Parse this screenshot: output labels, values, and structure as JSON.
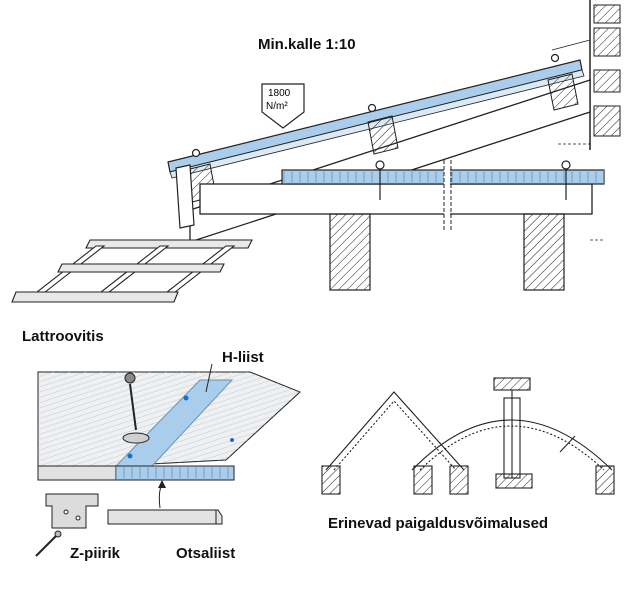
{
  "labels": {
    "slope": "Min.kalle 1:10",
    "load_value": "1800",
    "load_unit": "N/m²",
    "lath_frame": "Lattroovitis",
    "h_profile": "H-liist",
    "z_clip": "Z-piirik",
    "end_cap": "Otsaliist",
    "mounting_variants": "Erinevad paigaldusvõimalused"
  },
  "colors": {
    "panel_blue": "#a9cdea",
    "panel_light": "#dbe9f4",
    "line": "#222222"
  }
}
